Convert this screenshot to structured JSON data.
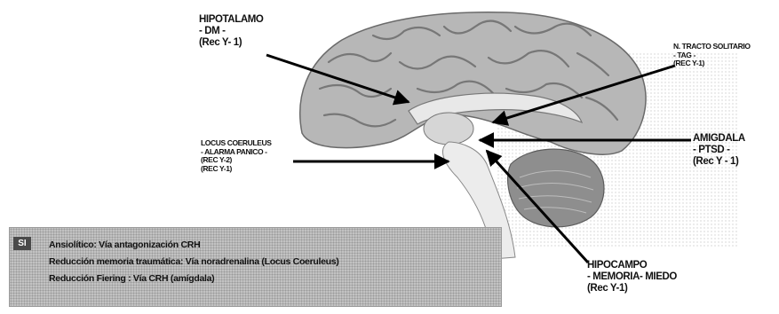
{
  "labels": {
    "hipotalamo": [
      "HIPOTALAMO",
      "- DM -",
      "(Rec Y- 1)"
    ],
    "n_tracto": [
      "N. TRACTO SOLITARIO",
      "- TAG -",
      "(REC Y-1)"
    ],
    "locus": [
      "LOCUS COERULEUS",
      "- ALARMA PANICO -",
      "(REC Y-2)",
      "(REC Y-1)"
    ],
    "amigdala": [
      "AMIGDALA",
      "- PTSD -",
      "(Rec Y - 1)"
    ],
    "hipocampo": [
      "HIPOCAMPO",
      "- MEMORIA- MIEDO",
      "(Rec Y-1)"
    ]
  },
  "info": {
    "badge": "SI",
    "lines": [
      "Ansiolítico: Vía antagonización CRH",
      "Reducción memoria traumática: Vía     noradrenalina (Locus Coeruleus)",
      "Reducción Fiering : Vía     CRH (amígdala)"
    ]
  },
  "colors": {
    "brain": "#b5b5b5",
    "cerebellum": "#8e8e8e",
    "brainstem": "#e9e9e9",
    "arrow": "#000000"
  }
}
